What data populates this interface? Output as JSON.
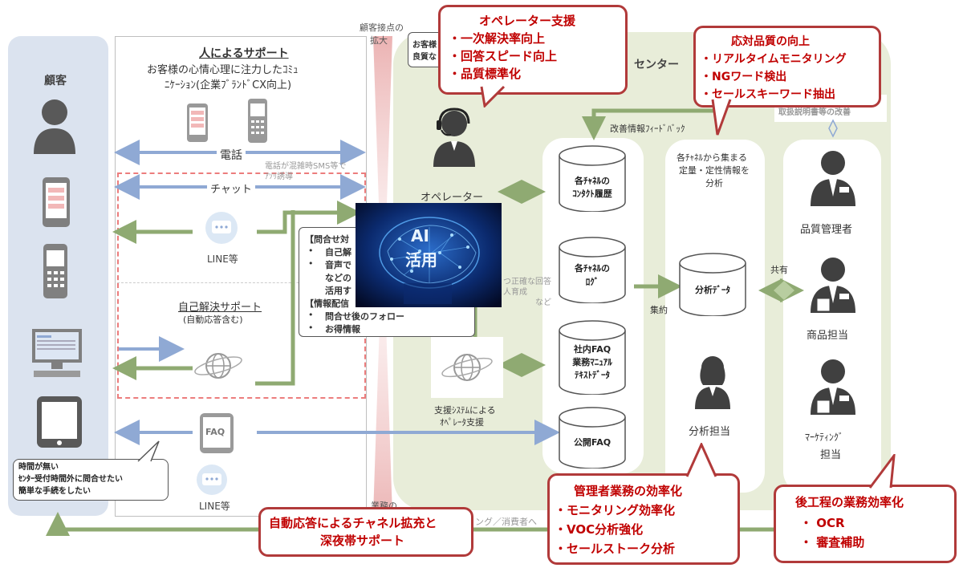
{
  "customer": {
    "title": "顧客"
  },
  "human_support": {
    "title": "人によるサポート",
    "desc_line1": "お客様の心情心理に注力したｺﾐｭ",
    "desc_line2": "ﾆｹｰｼｮﾝ(企業ﾌﾞﾗﾝﾄﾞCX向上)",
    "phone": "電話",
    "sms_note_line1": "電話が混雑時SMS等で",
    "sms_note_line2": "ｱｿﾘ誘導",
    "chat": "チャット",
    "line_top": "LINE等"
  },
  "self_support": {
    "title": "自己解決サポート",
    "sub": "(自動応答含む)",
    "line_bottom": "LINE等",
    "faq_icon": "FAQ"
  },
  "contact_expand": {
    "line1": "顧客接点の",
    "line2": "拡大"
  },
  "business_label": "業務の",
  "partial_box": {
    "line1": "お客様",
    "line2": "良質な"
  },
  "center_label": "センター",
  "inquiry_box": {
    "l1": "【問合せ対",
    "l2": "自己解",
    "l3": "音声で",
    "l4": "などの",
    "l5": "活用す",
    "l6": "【情報配信",
    "l7": "問合せ後のフォロー",
    "l8": "お得情報",
    "bullet": "•"
  },
  "ai_image": {
    "line1": "AI",
    "line2": "活用"
  },
  "ai_side_note": {
    "line1": "つ正確な回答",
    "line2": "人育成",
    "line3": "など"
  },
  "operator": {
    "label": "オペレーター"
  },
  "support_system": {
    "line1": "支援ｼｽﾃﾑによる",
    "line2": "ｵﾍﾟﾚｰﾀ支援"
  },
  "databases": {
    "contact_history": {
      "line1": "各ﾁｬﾈﾙの",
      "line2": "ｺﾝﾀｸﾄ履歴"
    },
    "logs": {
      "line1": "各ﾁｬﾈﾙの",
      "line2": "ﾛｸﾞ"
    },
    "faq_internal": {
      "line1": "社内FAQ",
      "line2": "業務ﾏﾆｭｱﾙ",
      "line3": "ﾃｷｽﾄﾃﾞｰﾀ"
    },
    "faq_public": {
      "line1": "公開FAQ"
    },
    "analysis_data": {
      "line1": "分析ﾃﾞｰﾀ"
    }
  },
  "feedback_label": "改善情報ﾌｨｰﾄﾞﾊﾞｯｸ",
  "aggregate_label": "集約",
  "share_label": "共有",
  "analysis_panel": {
    "line1": "各ﾁｬﾈﾙから集まる",
    "line2": "定量・定性情報を",
    "line3": "分析"
  },
  "analyst": {
    "label": "分析担当"
  },
  "manual_improve": "取扱説明書等の改善",
  "staff": {
    "quality": "品質管理者",
    "product": "商品担当",
    "marketing_line1": "ﾏｰｹﾃｨﾝｸﾞ",
    "marketing_line2": "担当"
  },
  "customer_note": {
    "line1": "時間が無い",
    "line2": "ｾﾝﾀｰ受付時間外に問合せたい",
    "line3": "簡単な手続をしたい"
  },
  "bottom_feedback_text": "ング／消費者へ",
  "callouts": {
    "operator_support": {
      "title": "オペレーター支援",
      "items": [
        "・一次解決率向上",
        "・回答スピード向上",
        "・品質標準化"
      ]
    },
    "response_quality": {
      "title": "応対品質の向上",
      "items": [
        "・リアルタイムモニタリング",
        "・NGワード検出",
        "・セールスキーワード抽出"
      ]
    },
    "auto_response": {
      "line1": "自動応答によるチャネル拡充と",
      "line2": "深夜帯サポート"
    },
    "admin_efficiency": {
      "title": "管理者業務の効率化",
      "items": [
        "・モニタリング効率化",
        "・VOC分析強化",
        "・セールストーク分析"
      ]
    },
    "downstream_efficiency": {
      "title": "後工程の業務効率化",
      "items": [
        "・ OCR",
        "・ 審査補助"
      ]
    }
  },
  "colors": {
    "callout_border": "#b13a3a",
    "callout_text": "#c00000",
    "arrow_green": "#8faa72",
    "arrow_blue": "#8fa9d4",
    "center_bg": "#e8edd9",
    "customer_bg": "#dbe3ef"
  }
}
